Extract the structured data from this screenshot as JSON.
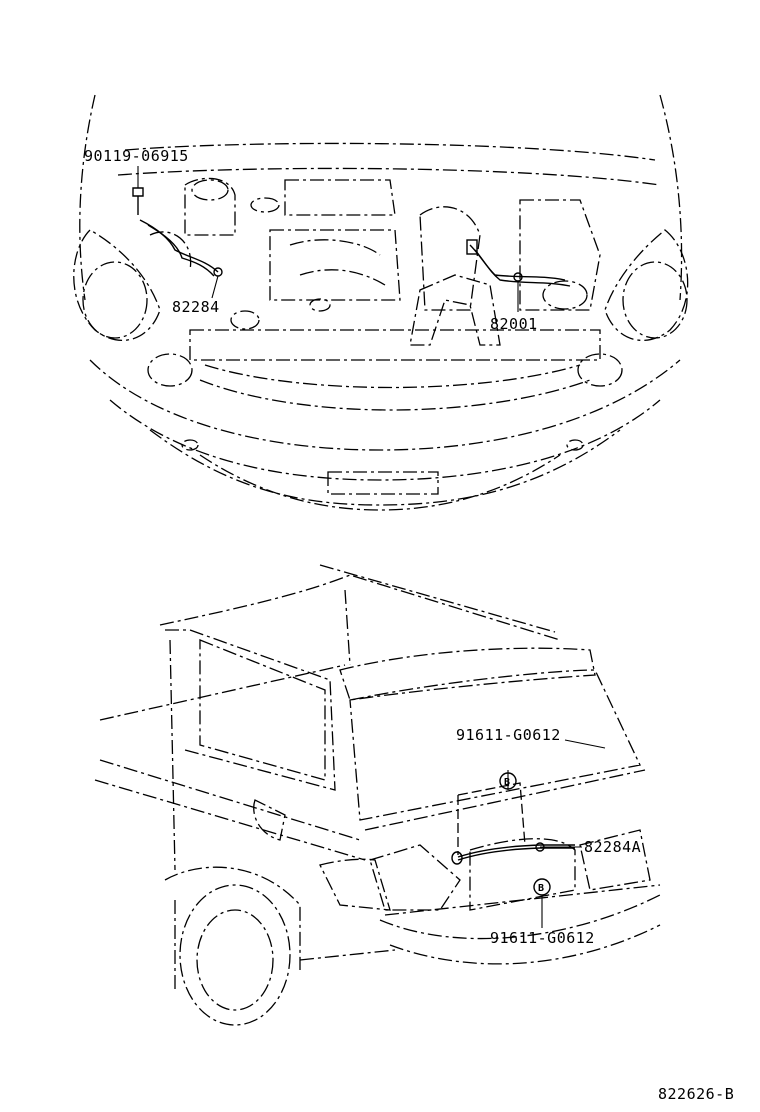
{
  "front_view": {
    "labels": {
      "bolt": "90119-06915",
      "washer_hose_left": "82284",
      "engine_wire": "82001"
    }
  },
  "rear_view": {
    "labels": {
      "clamp_top": "91611-G0612",
      "washer_hose_rear": "82284A",
      "clamp_bottom": "91611-G0612"
    },
    "clamp_badge": "B"
  },
  "figure_number": "822626-B"
}
